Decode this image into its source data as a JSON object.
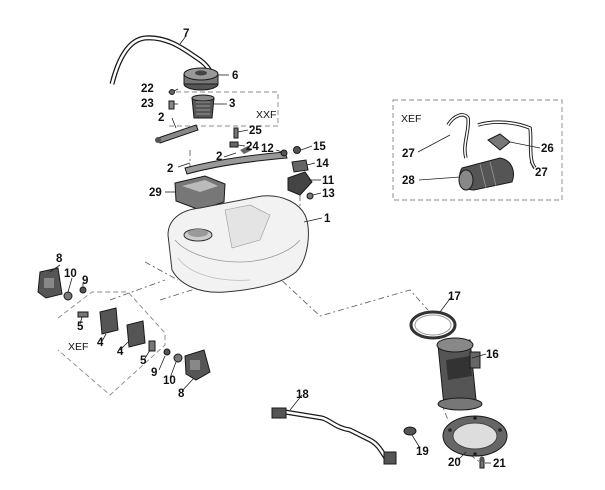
{
  "group_labels": {
    "xxf": "XXF",
    "xef_top": "XEF",
    "xef_left": "XEF"
  },
  "callouts": {
    "c7": "7",
    "c6": "6",
    "c22": "22",
    "c23": "23",
    "c3": "3",
    "c2a": "2",
    "c2b": "2",
    "c2c": "2",
    "c25": "25",
    "c24": "24",
    "c12": "12",
    "c15": "15",
    "c14": "14",
    "c11": "11",
    "c13": "13",
    "c29": "29",
    "c1": "1",
    "c27a": "27",
    "c26": "26",
    "c27b": "27",
    "c28": "28",
    "c8a": "8",
    "c10a": "10",
    "c9a": "9",
    "c5a": "5",
    "c4a": "4",
    "c4b": "4",
    "c5b": "5",
    "c9b": "9",
    "c10b": "10",
    "c8b": "8",
    "c17": "17",
    "c16": "16",
    "c18": "18",
    "c19": "19",
    "c20": "20",
    "c21": "21"
  }
}
